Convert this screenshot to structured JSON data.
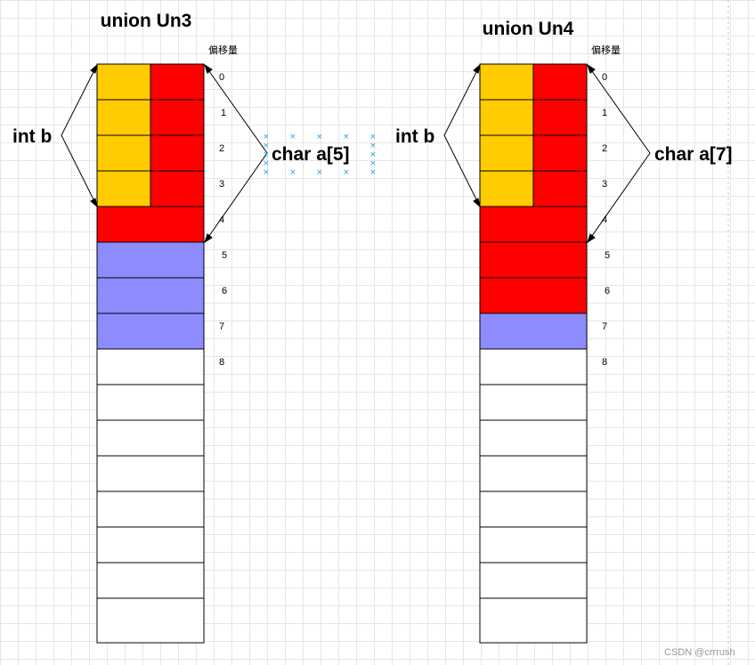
{
  "offset_header": "偏移量",
  "watermark": "CSDN @crrrush",
  "colors": {
    "int_b": "#FFCC00",
    "char_array": "#FF0000",
    "padding": "#8C8CFF",
    "unused": "#FFFFFF",
    "border": "#000000"
  },
  "unions": [
    {
      "title": "union Un3",
      "int_label": "int b",
      "char_label": "char a[5]",
      "int_bytes": 4,
      "char_bytes": 5,
      "union_size": 8,
      "total_cells": 16,
      "offsets": [
        "0",
        "1",
        "2",
        "3",
        "4",
        "5",
        "6",
        "7",
        "8"
      ]
    },
    {
      "title": "union Un4",
      "int_label": "int b",
      "char_label": "char a[7]",
      "int_bytes": 4,
      "char_bytes": 7,
      "union_size": 8,
      "total_cells": 16,
      "offsets": [
        "0",
        "1",
        "2",
        "3",
        "4",
        "5",
        "6",
        "7",
        "8"
      ]
    }
  ]
}
